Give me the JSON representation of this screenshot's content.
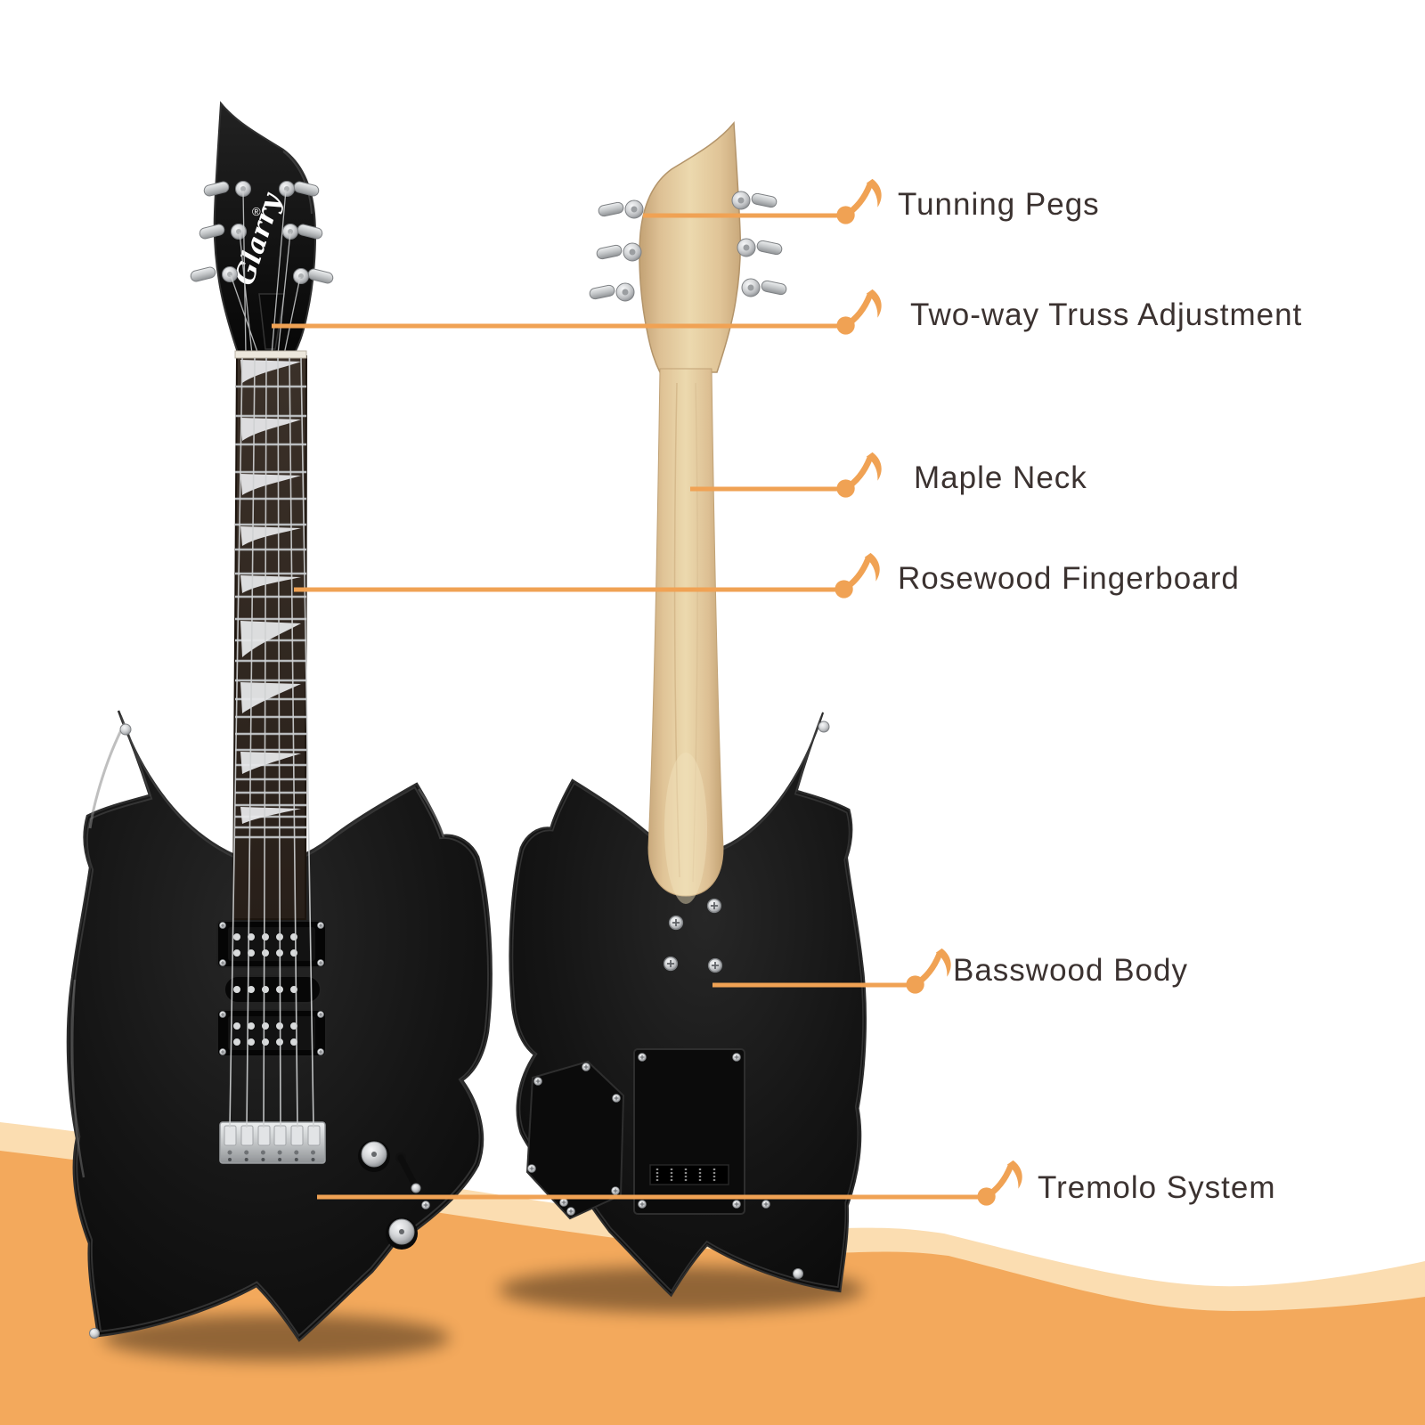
{
  "brand": {
    "headstock_logo": "Glarry",
    "registered_mark": "®"
  },
  "annotations": [
    {
      "id": "tuning-pegs",
      "label": "Tunning Pegs",
      "icon": "eighth-note-icon"
    },
    {
      "id": "truss-adjustment",
      "label": "Two-way Truss Adjustment",
      "icon": "eighth-note-icon"
    },
    {
      "id": "maple-neck",
      "label": "Maple Neck",
      "icon": "eighth-note-icon"
    },
    {
      "id": "rosewood-fingerboard",
      "label": "Rosewood Fingerboard",
      "icon": "eighth-note-icon"
    },
    {
      "id": "basswood-body",
      "label": "Basswood Body",
      "icon": "eighth-note-icon"
    },
    {
      "id": "tremolo-system",
      "label": "Tremolo System",
      "icon": "eighth-note-icon"
    }
  ],
  "colors": {
    "accent_orange": "#F0A254",
    "wave_light": "#FBDDB1",
    "wave_dark": "#F3A95C",
    "label_text": "#3B3230",
    "guitar_black": "#141414",
    "maple_wood": "#E2C79C",
    "chrome": "#C9CBCD"
  }
}
